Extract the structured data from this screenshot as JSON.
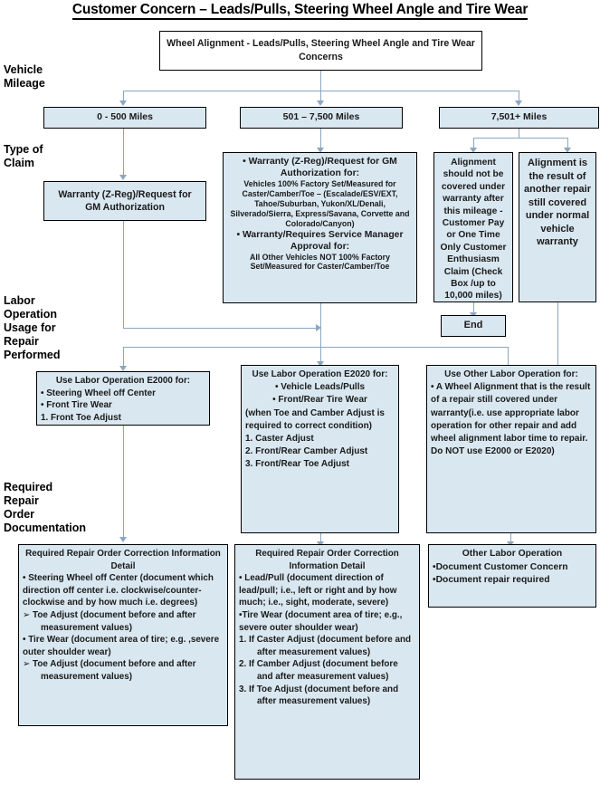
{
  "title": "Customer Concern – Leads/Pulls, Steering Wheel Angle and Tire Wear",
  "colors": {
    "box_fill": "#d9e7f0",
    "box_border": "#000000",
    "connector": "#8ba6c1",
    "text": "#1a1a1a",
    "page_background": "#ffffff"
  },
  "stage_labels": {
    "vehicle_mileage": "Vehicle\nMileage",
    "type_of_claim": "Type of\nClaim",
    "labor_operation": "Labor\nOperation\nUsage for\nRepair\nPerformed",
    "required_documentation": "Required\nRepair\nOrder\nDocumentation"
  },
  "top_box": {
    "text": "Wheel Alignment - Leads/Pulls, Steering Wheel Angle and Tire Wear Concerns"
  },
  "mileage_boxes": [
    {
      "label": "0 - 500 Miles"
    },
    {
      "label": "501 – 7,500 Miles"
    },
    {
      "label": "7,501+ Miles"
    }
  ],
  "claim_left": {
    "text": "Warranty (Z-Reg)/Request for GM  Authorization"
  },
  "claim_middle": {
    "bullet1_head": "• Warranty (Z-Reg)/Request for GM Authorization for:",
    "bullet1_body": "Vehicles 100% Factory Set/Measured for Caster/Camber/Toe – (Escalade/ESV/EXT, Tahoe/Suburban, Yukon/XL/Denali, Silverado/Sierra, Express/Savana,  Corvette and Colorado/Canyon)",
    "bullet2_head": "• Warranty/Requires Service Manager Approval for:",
    "bullet2_body": "All Other Vehicles NOT 100% Factory Set/Measured for Caster/Camber/Toe"
  },
  "claim_right_a": {
    "text": "Alignment should not be covered under warranty after this mileage - Customer Pay or  One Time Only Customer Enthusiasm Claim (Check Box /up to 10,000 miles)"
  },
  "claim_right_b": {
    "text": "Alignment is the result of another repair still covered under normal vehicle warranty"
  },
  "end_box": {
    "label": "End"
  },
  "labor_left": {
    "head": "Use Labor Operation E2000 for:",
    "lines": [
      "• Steering Wheel off Center",
      "• Front Tire Wear",
      "1.    Front Toe Adjust"
    ]
  },
  "labor_middle": {
    "head": "Use Labor Operation E2020 for:",
    "lines": [
      "• Vehicle Leads/Pulls",
      "• Front/Rear Tire Wear",
      "(when Toe and Camber Adjust is required to correct condition)",
      "1.    Caster Adjust",
      "2.    Front/Rear Camber Adjust",
      "3.    Front/Rear Toe Adjust"
    ]
  },
  "labor_right": {
    "head": "Use Other Labor Operation for:",
    "body": "• A Wheel Alignment that is the result of a repair still covered under warranty(i.e. use appropriate labor operation for other repair and add wheel alignment labor time to repair. Do NOT use E2000 or E2020)"
  },
  "doc_left": {
    "head": "Required Repair Order Correction Information Detail",
    "lines": [
      "•  Steering Wheel off Center (document which direction off center i.e. clockwise/counter-clockwise and by how much i.e. degrees)",
      "➢    Toe Adjust (document before and after measurement values)",
      "• Tire Wear (document area of tire; e.g. ,severe outer shoulder wear)",
      "➢    Toe Adjust (document before and after measurement values)"
    ]
  },
  "doc_middle": {
    "head": "Required Repair Order Correction Information Detail",
    "lines": [
      "• Lead/Pull (document direction of lead/pull; i.e., left or right and by how much; i.e., sight, moderate, severe)",
      "•Tire Wear (document area of tire; e.g., severe outer shoulder wear)",
      "1.     If Caster Adjust (document before and after measurement values)",
      "2.     If Camber Adjust (document before and after measurement values)",
      "3.     If Toe Adjust (document before and after measurement values)"
    ]
  },
  "doc_right": {
    "head": "Other Labor Operation",
    "lines": [
      "•Document Customer Concern",
      "•Document repair required"
    ]
  }
}
